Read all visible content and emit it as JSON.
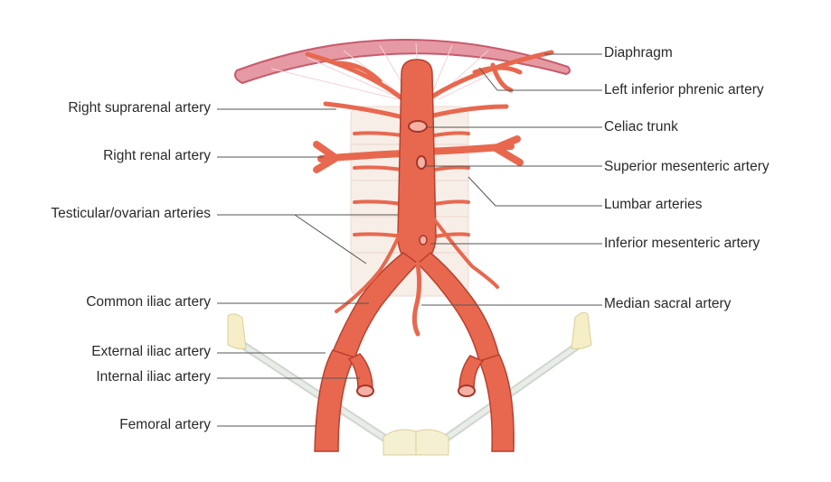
{
  "labels": {
    "left": {
      "right_suprarenal": "Right suprarenal artery",
      "right_renal": "Right renal artery",
      "testicular_ovarian": "Testicular/ovarian arteries",
      "common_iliac": "Common iliac artery",
      "external_iliac": "External iliac artery",
      "internal_iliac": "Internal iliac artery",
      "femoral": "Femoral artery"
    },
    "right": {
      "diaphragm": "Diaphragm",
      "left_inferior_phrenic": "Left inferior phrenic artery",
      "celiac_trunk": "Celiac trunk",
      "superior_mesenteric": "Superior mesenteric artery",
      "lumbar": "Lumbar arteries",
      "inferior_mesenteric": "Inferior mesenteric artery",
      "median_sacral": "Median sacral artery"
    }
  },
  "colors": {
    "artery": "#e8684f",
    "artery_dark": "#b8402e",
    "diaphragm": "#d98a95",
    "diaphragm_edge": "#b84a5e",
    "leader": "#555555",
    "vertebra": "#f7ece6",
    "bone": "#f5efcf",
    "pelvic_line": "#d7dcd6"
  }
}
